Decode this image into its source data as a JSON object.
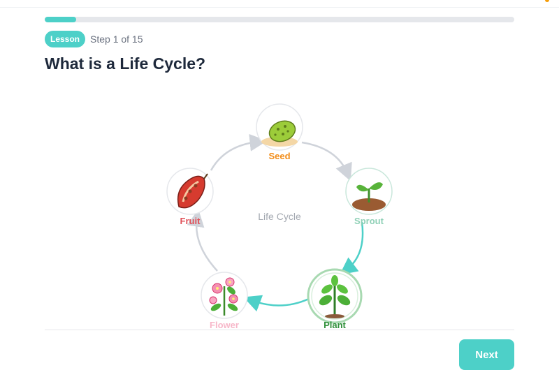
{
  "progress": {
    "fraction": 0.067
  },
  "lesson": {
    "badge": "Lesson",
    "step_text": "Step 1 of 15",
    "title": "What is a Life Cycle?"
  },
  "diagram": {
    "center_label": "Life Cycle",
    "stages": [
      {
        "label": "Seed",
        "color": "#f28c18",
        "icon": "seed-icon"
      },
      {
        "label": "Sprout",
        "color": "#8fd0b6",
        "icon": "sprout-icon"
      },
      {
        "label": "Plant",
        "color": "#2f8f3a",
        "icon": "plant-icon"
      },
      {
        "label": "Flower",
        "color": "#f7b7c9",
        "icon": "flower-icon"
      },
      {
        "label": "Fruit",
        "color": "#e0525a",
        "icon": "fruit-icon"
      }
    ],
    "accent": "#4dd0c8"
  },
  "footer": {
    "next_label": "Next"
  }
}
